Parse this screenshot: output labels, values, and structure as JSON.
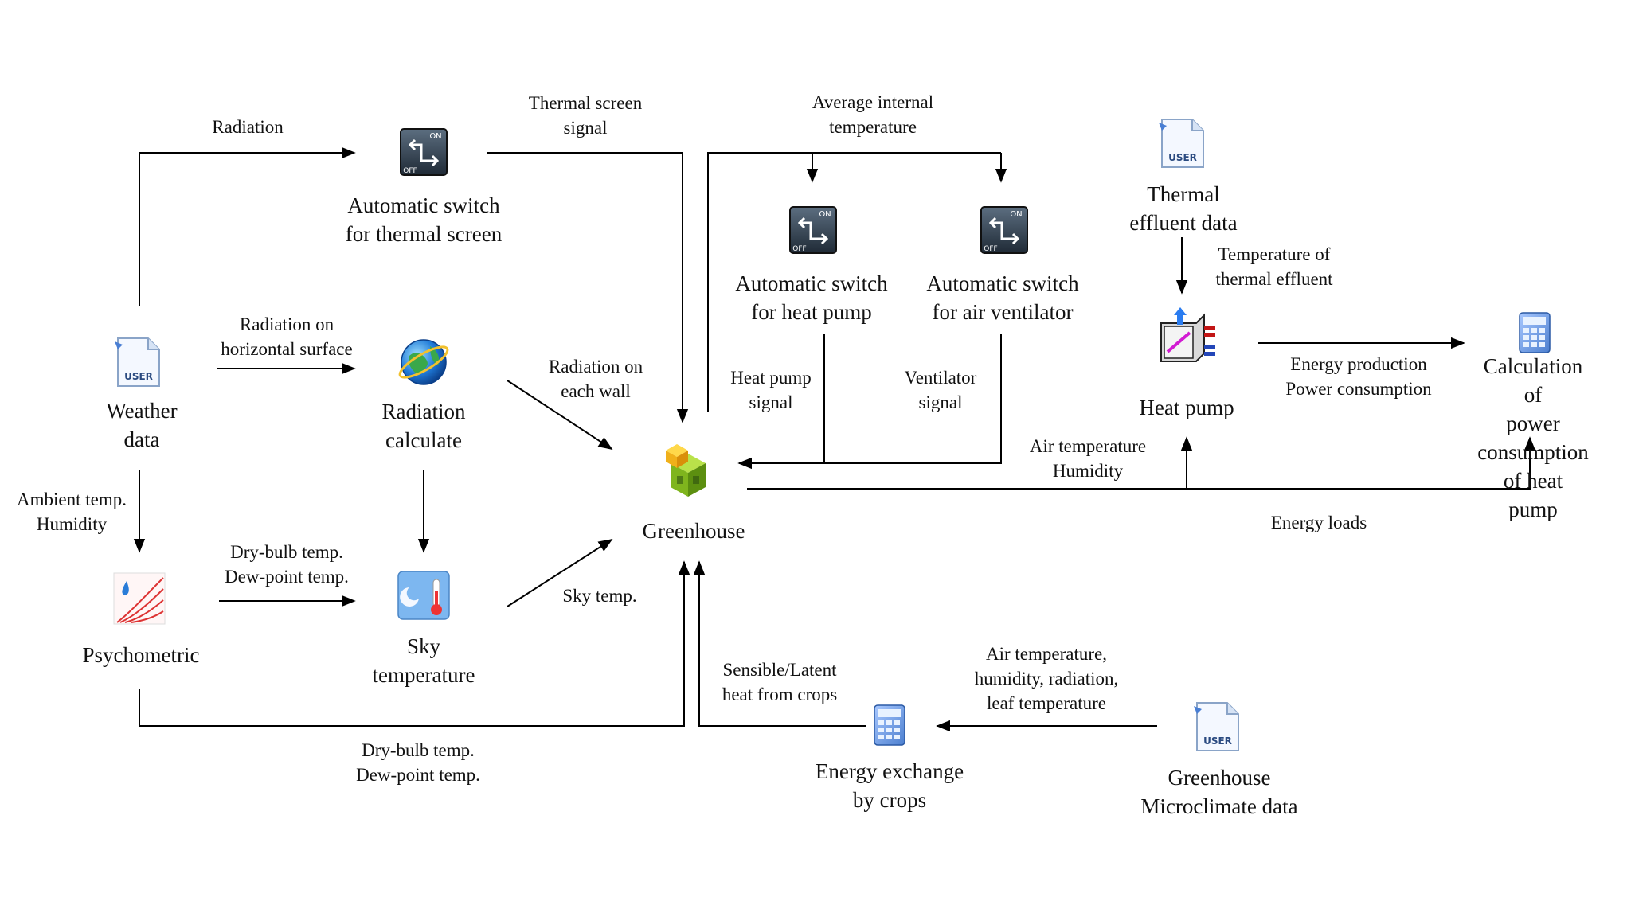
{
  "nodes": {
    "weather": "Weather\ndata",
    "psychometric": "Psychometric",
    "thermal_switch": "Automatic switch\nfor thermal screen",
    "radiation_calc": "Radiation\ncalculate",
    "sky_temp": "Sky\ntemperature",
    "greenhouse": "Greenhouse",
    "heatpump_switch": "Automatic switch\nfor heat pump",
    "vent_switch": "Automatic switch\nfor air ventilator",
    "thermal_effluent": "Thermal\neffluent data",
    "heat_pump": "Heat pump",
    "calc_power": "Calculation  of\npower consumption\nof heat pump",
    "energy_exchange": "Energy exchange\nby crops",
    "microclimate": "Greenhouse\nMicroclimate  data"
  },
  "edges": {
    "radiation": "Radiation",
    "thermal_screen_signal": "Thermal screen\nsignal",
    "avg_internal_temp": "Average internal\ntemperature",
    "radiation_horizontal": "Radiation on\nhorizontal surface",
    "radiation_wall": "Radiation on\neach wall",
    "ambient": "Ambient temp.\nHumidity",
    "drybulb_dewpoint_1": "Dry-bulb temp.\nDew-point temp.",
    "sky_temp": "Sky temp.",
    "drybulb_dewpoint_2": "Dry-bulb temp.\nDew-point temp.",
    "heatpump_signal": "Heat pump\nsignal",
    "ventilator_signal": "Ventilator\nsignal",
    "temp_effluent": "Temperature of\nthermal effluent",
    "energy_prod": "Energy production\nPower consumption",
    "air_temp_humidity": "Air temperature\nHumidity",
    "energy_loads": "Energy loads",
    "sensible_latent": "Sensible/Latent\nheat from crops",
    "air_temp_crops": "Air temperature,\nhumidity, radiation,\nleaf temperature"
  },
  "icons": {
    "user_file": "USER",
    "switch_on": "ON",
    "switch_off": "OFF"
  }
}
